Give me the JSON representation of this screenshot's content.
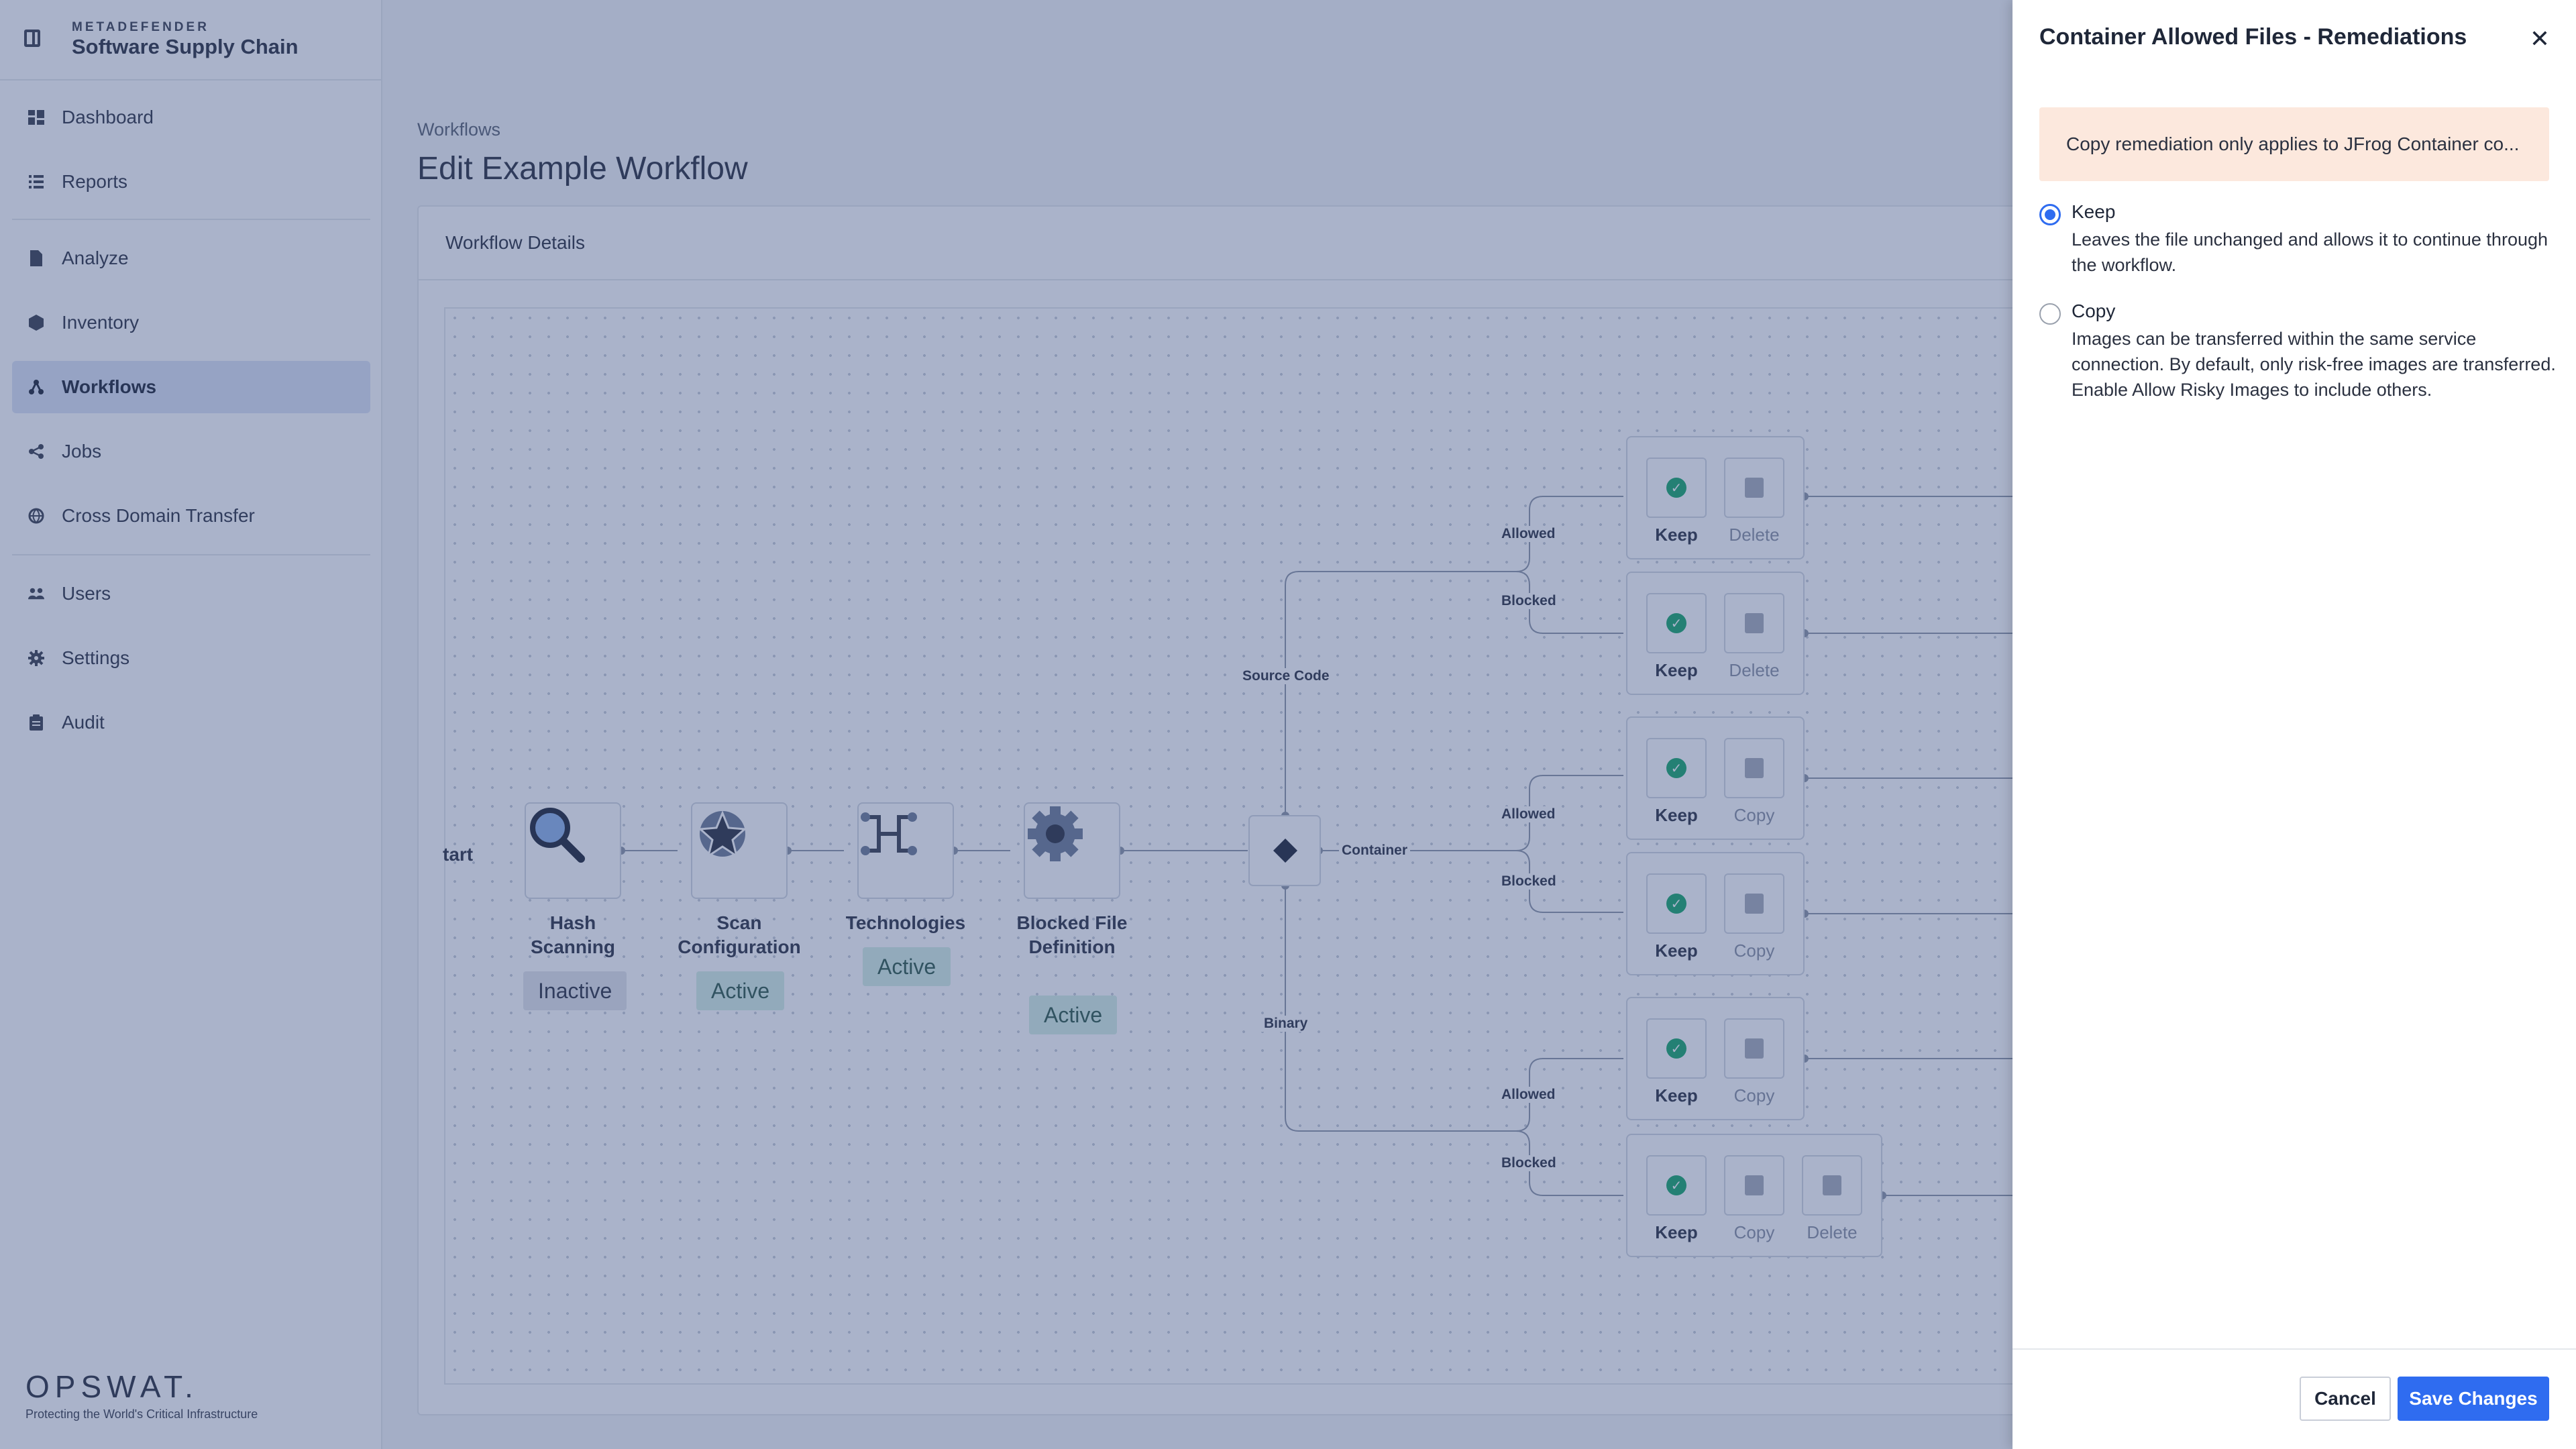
{
  "sidebar": {
    "brand_top": "METADEFENDER",
    "brand_name": "Software Supply Chain",
    "items": [
      {
        "label": "Dashboard",
        "icon": "dashboard-icon"
      },
      {
        "label": "Reports",
        "icon": "list-icon"
      },
      {
        "label": "Analyze",
        "icon": "file-icon"
      },
      {
        "label": "Inventory",
        "icon": "box-icon"
      },
      {
        "label": "Workflows",
        "icon": "workflow-icon",
        "active": true
      },
      {
        "label": "Jobs",
        "icon": "share-icon"
      },
      {
        "label": "Cross Domain Transfer",
        "icon": "globe-icon"
      },
      {
        "label": "Users",
        "icon": "users-icon"
      },
      {
        "label": "Settings",
        "icon": "gear-icon"
      },
      {
        "label": "Audit",
        "icon": "clipboard-icon"
      }
    ],
    "footer_logo": "OPSWAT.",
    "footer_tagline": "Protecting the World's Critical Infrastructure"
  },
  "main": {
    "breadcrumb": "Workflows",
    "title": "Edit Example Workflow",
    "card_title": "Workflow Details"
  },
  "flow": {
    "start_label": "tart",
    "nodes": [
      {
        "label": "Hash Scanning",
        "status": "Inactive",
        "icon": "magnifier-icon"
      },
      {
        "label": "Scan Configuration",
        "status": "Active",
        "icon": "shield-star-icon"
      },
      {
        "label": "Technologies",
        "status": "Active",
        "icon": "circuit-icon"
      },
      {
        "label": "Blocked File Definition",
        "status": "Active",
        "icon": "gear-icon"
      }
    ],
    "branches": [
      "Source Code",
      "Container",
      "Binary"
    ],
    "edge_allowed": "Allowed",
    "edge_blocked": "Blocked",
    "remediations": {
      "keep": "Keep",
      "delete": "Delete",
      "copy": "Copy"
    }
  },
  "drawer": {
    "title": "Container Allowed Files - Remediations",
    "warning": "Copy remediation only applies to JFrog Container co...",
    "options": [
      {
        "title": "Keep",
        "description": "Leaves the file unchanged and allows it to continue through the workflow.",
        "selected": true
      },
      {
        "title": "Copy",
        "description": "Images can be transferred within the same service connection. By default, only risk-free images are transferred. Enable Allow Risky Images to include others.",
        "selected": false
      }
    ],
    "cancel_label": "Cancel",
    "save_label": "Save Changes"
  },
  "colors": {
    "accent": "#2f6cf0",
    "overlay": "#354b80",
    "warning_bg": "#fce8dd",
    "active_status_bg": "#d6efe5",
    "check": "#19a86b"
  }
}
